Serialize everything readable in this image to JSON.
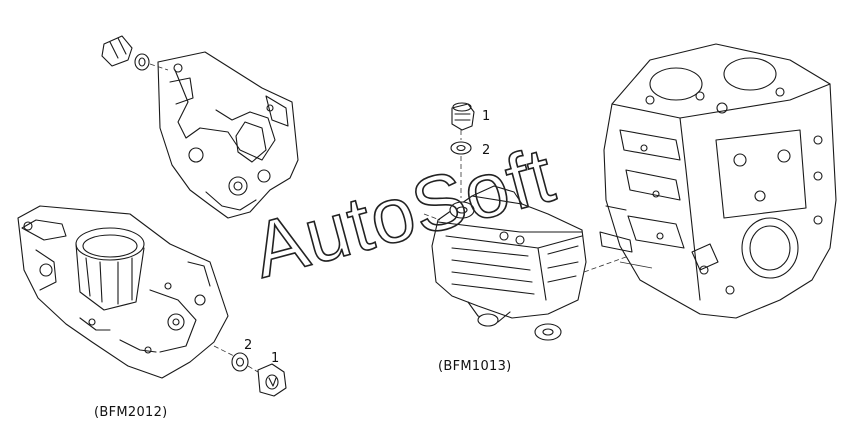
{
  "watermark": "AutoSoft",
  "variants": [
    {
      "caption": "(BFM2012)",
      "callouts": [
        "1",
        "2"
      ]
    },
    {
      "caption": "(BFM1013)",
      "callouts": [
        "1",
        "2"
      ]
    }
  ]
}
